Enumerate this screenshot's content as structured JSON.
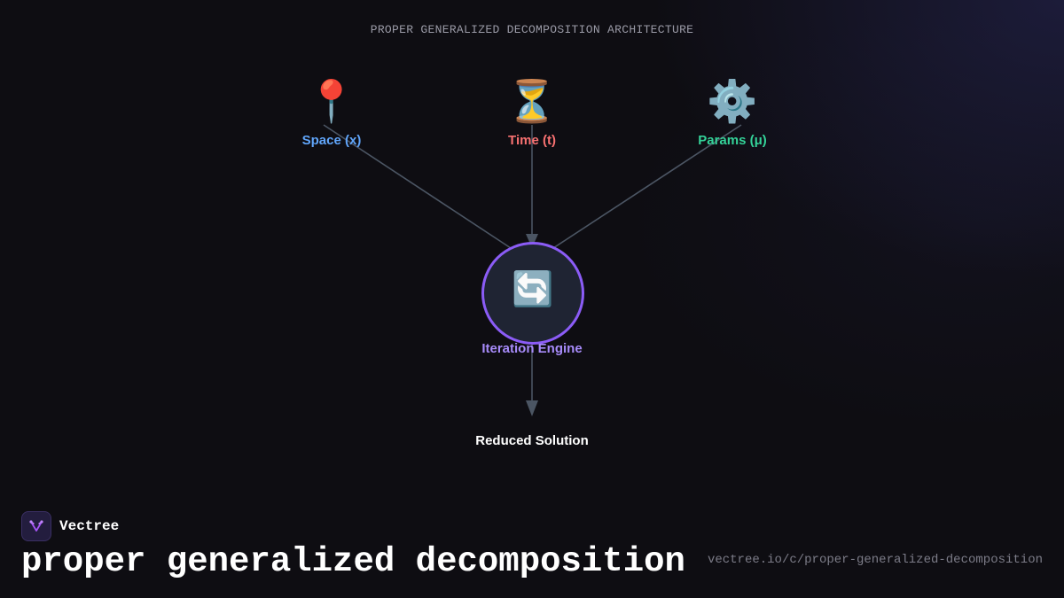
{
  "diagram": {
    "title": "PROPER GENERALIZED DECOMPOSITION ARCHITECTURE",
    "inputs": [
      {
        "emoji": "📍",
        "label": "Space (x)",
        "color": "#60a5fa"
      },
      {
        "emoji": "⏳",
        "label": "Time (t)",
        "color": "#f87171"
      },
      {
        "emoji": "⚙️",
        "label": "Params (μ)",
        "color": "#34d399"
      }
    ],
    "engine": {
      "emoji": "🔄",
      "label": "Iteration Engine",
      "border_color": "#8b5cf6"
    },
    "output": {
      "label": "Reduced Solution"
    },
    "edge_color": "#4b5563"
  },
  "footer": {
    "brand_name": "Vectree",
    "title": "proper generalized decomposition",
    "url": "vectree.io/c/proper-generalized-decomposition"
  }
}
